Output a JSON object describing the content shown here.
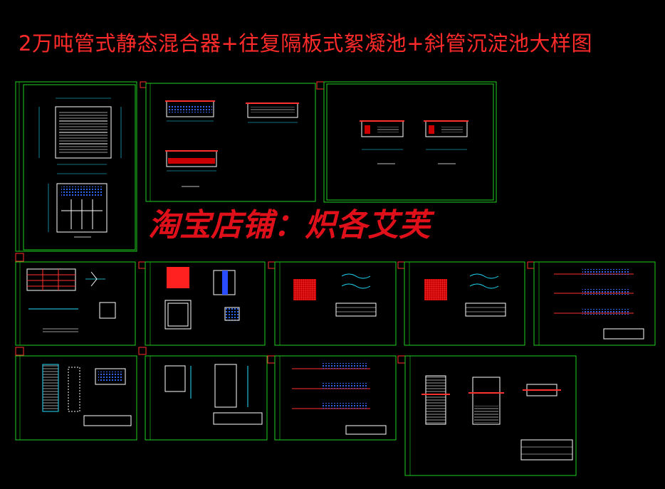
{
  "title": "2万吨管式静态混合器+往复隔板式絮凝池+斜管沉淀池大样图",
  "watermark": "淘宝店铺：炽各艾芙",
  "colors": {
    "background": "#000000",
    "title": "#ff2a2a",
    "watermark": "#e0101a",
    "sheet_border": "#1fd21f",
    "drawing_lines": "#ffffff",
    "dimension_lines": "#20e0ff",
    "hatch": "#e01010",
    "pipe_blue": "#2a4cff"
  },
  "sheets": [
    {
      "name": "sheet-plan-overview"
    },
    {
      "name": "sheet-sections-1"
    },
    {
      "name": "sheet-sections-2"
    },
    {
      "name": "sheet-detail-1"
    },
    {
      "name": "sheet-detail-2"
    },
    {
      "name": "sheet-detail-3"
    },
    {
      "name": "sheet-detail-4"
    },
    {
      "name": "sheet-detail-5"
    },
    {
      "name": "sheet-detail-6"
    },
    {
      "name": "sheet-detail-7"
    },
    {
      "name": "sheet-detail-8"
    },
    {
      "name": "sheet-detail-9"
    }
  ]
}
